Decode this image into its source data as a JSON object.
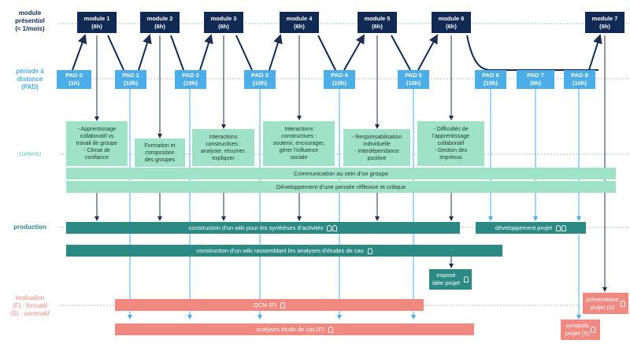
{
  "rows": {
    "presentiel": "module\nprésentiel\n(≈ 1/mois)",
    "distance": "période à\ndistance\n(PAD)",
    "contenu": "contenu",
    "production": "production",
    "evaluation": "évaluation\n(F) : formatif\n(S) : sommatif"
  },
  "modules": [
    {
      "label": "module 1\n(6h)"
    },
    {
      "label": "module 2\n(6h)"
    },
    {
      "label": "module 3\n(6h)"
    },
    {
      "label": "module 4\n(6h)"
    },
    {
      "label": "module 5\n(6h)"
    },
    {
      "label": "module 6\n(6h)"
    },
    {
      "label": "module 7\n(6h)"
    }
  ],
  "pads": [
    {
      "label": "PAD 0\n(1h)"
    },
    {
      "label": "PAD 1\n(10h)"
    },
    {
      "label": "PAD 2\n(10h)"
    },
    {
      "label": "PAD 3\n(10h)"
    },
    {
      "label": "PAD 4\n(10h)"
    },
    {
      "label": "PAD 5\n(10h)"
    },
    {
      "label": "PAD 6\n(10h)"
    },
    {
      "label": "PAD 7\n(6h)"
    },
    {
      "label": "PAD 8\n(10h)"
    }
  ],
  "contents": [
    {
      "text": "- Apprentissage\ncollaboratif vs\ntravail de groupe\n- Climat de\nconfiance"
    },
    {
      "text": "Formation et\ncomposition\ndes groupes"
    },
    {
      "text": "Interactions\nconstructives :\nanalyser, résumer,\nexpliquer"
    },
    {
      "text": "Interactions\nconstructives :\nsoutenir, encourager,\ngérer l’influence\nsociale"
    },
    {
      "text": "- Responsabilisation\nindividuelle\n- Interdépendance\npositive"
    },
    {
      "text": "- Difficultés de\nl’apprentissage\ncollaboratif\n- Gestion des\nimprévus"
    }
  ],
  "bands": {
    "communication": "Communication au sein d’un groupe",
    "developpement": "Développement d’une pensée réflexive et critique"
  },
  "production": {
    "wiki_syntheses": "construction d’un wiki  pour les synthèses d’activités",
    "dev_projet": "développement projet",
    "wiki_cas": "construction d’un wiki rassemblant les analyses d’études de cas",
    "expose": "exposé\nidée projet"
  },
  "evaluation": {
    "qcm": "QCM (F)",
    "analyses": "analyses étude de cas (F)",
    "presentation": "présentation\nprojet  (S)",
    "synopsis": "synopsis\nprojet (S)"
  },
  "colors": {
    "module": "#102a54",
    "pad": "#4baee8",
    "content": "#9fe2c8",
    "production": "#2b8a84",
    "evaluation": "#f08a80"
  }
}
